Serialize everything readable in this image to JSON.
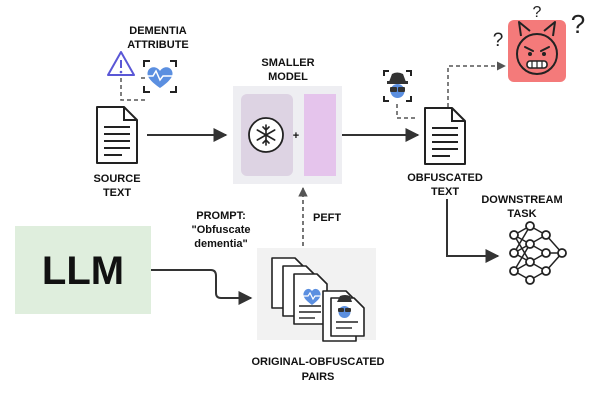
{
  "labels": {
    "dementia_attribute": [
      "DEMENTIA",
      "ATTRIBUTE"
    ],
    "smaller_model": [
      "SMALLER",
      "MODEL"
    ],
    "source_text": [
      "SOURCE",
      "TEXT"
    ],
    "obfuscated_text": [
      "OBFUSCATED",
      "TEXT"
    ],
    "downstream_task": [
      "DOWNSTREAM",
      "TASK"
    ],
    "prompt": [
      "PROMPT:",
      "\"Obfuscate",
      "dementia\""
    ],
    "peft": "PEFT",
    "llm": "LLM",
    "plus": "+",
    "pairs": [
      "ORIGINAL-OBFUSCATED",
      "PAIRS"
    ],
    "confused_marks": [
      "?",
      "?",
      "?"
    ]
  },
  "colors": {
    "llm_box": "#dfeedd",
    "model_panel": "#eeeef2",
    "frozen_block": "#ddd3e3",
    "adapter_block": "#e5c4ec",
    "adversary_face": "#f47a7a",
    "warning": "#5a57d6",
    "heart": "#5b8fe0"
  },
  "icons": [
    "warning-triangle-icon",
    "heartbeat-scan-icon",
    "source-document-icon",
    "snowflake-icon",
    "spy-scan-icon",
    "obfuscated-document-icon",
    "angry-devil-icon",
    "neural-network-icon",
    "document-stack-icon"
  ]
}
